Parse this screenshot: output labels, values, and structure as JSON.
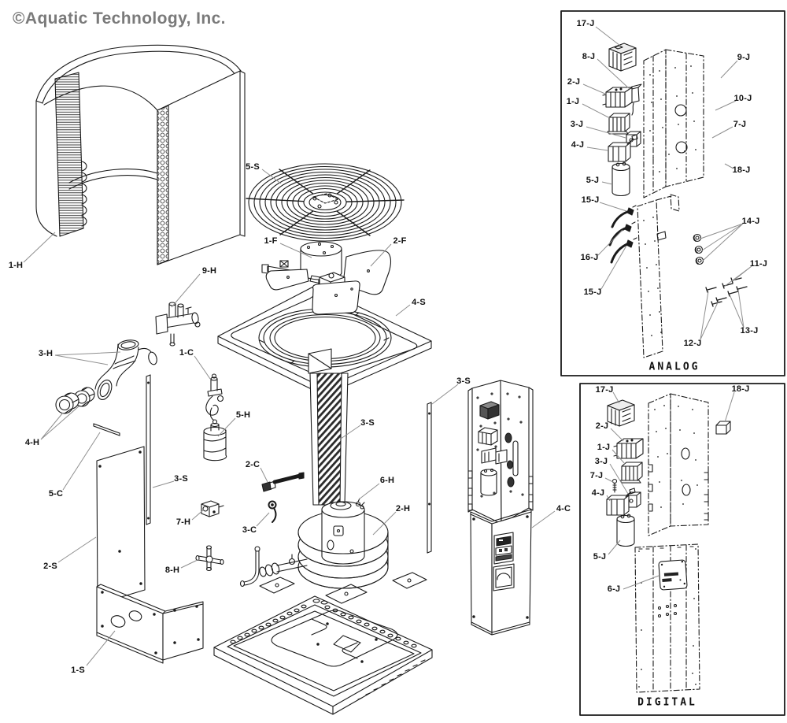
{
  "title": "©Aquatic Technology, Inc.",
  "diagram": {
    "kind": "heat pump exploded parts diagram",
    "colors": {
      "line": "#1a1a1a",
      "leader": "#8f8f8f",
      "title_text": "#7a7a7a"
    }
  },
  "labels": {
    "1H": "1-H",
    "2H": "2-H",
    "3H": "3-H",
    "4H": "4-H",
    "5H": "5-H",
    "6H": "6-H",
    "7H": "7-H",
    "8H": "8-H",
    "9H": "9-H",
    "1S": "1-S",
    "2S": "2-S",
    "3S": "3-S",
    "4S": "4-S",
    "5S": "5-S",
    "1F": "1-F",
    "2F": "2-F",
    "1C": "1-C",
    "2C": "2-C",
    "3C": "3-C",
    "4C": "4-C",
    "5C": "5-C",
    "1J": "1-J",
    "2J": "2-J",
    "3J": "3-J",
    "4J": "4-J",
    "5J": "5-J",
    "6J": "6-J",
    "7J": "7-J",
    "8J": "8-J",
    "9J": "9-J",
    "10J": "10-J",
    "11J": "11-J",
    "12J": "12-J",
    "13J": "13-J",
    "14J": "14-J",
    "15J": "15-J",
    "16J": "16-J",
    "17J": "17-J",
    "18J": "18-J"
  },
  "panels": {
    "analog": {
      "caption": "ANALOG"
    },
    "digital": {
      "caption": "DIGITAL"
    }
  }
}
